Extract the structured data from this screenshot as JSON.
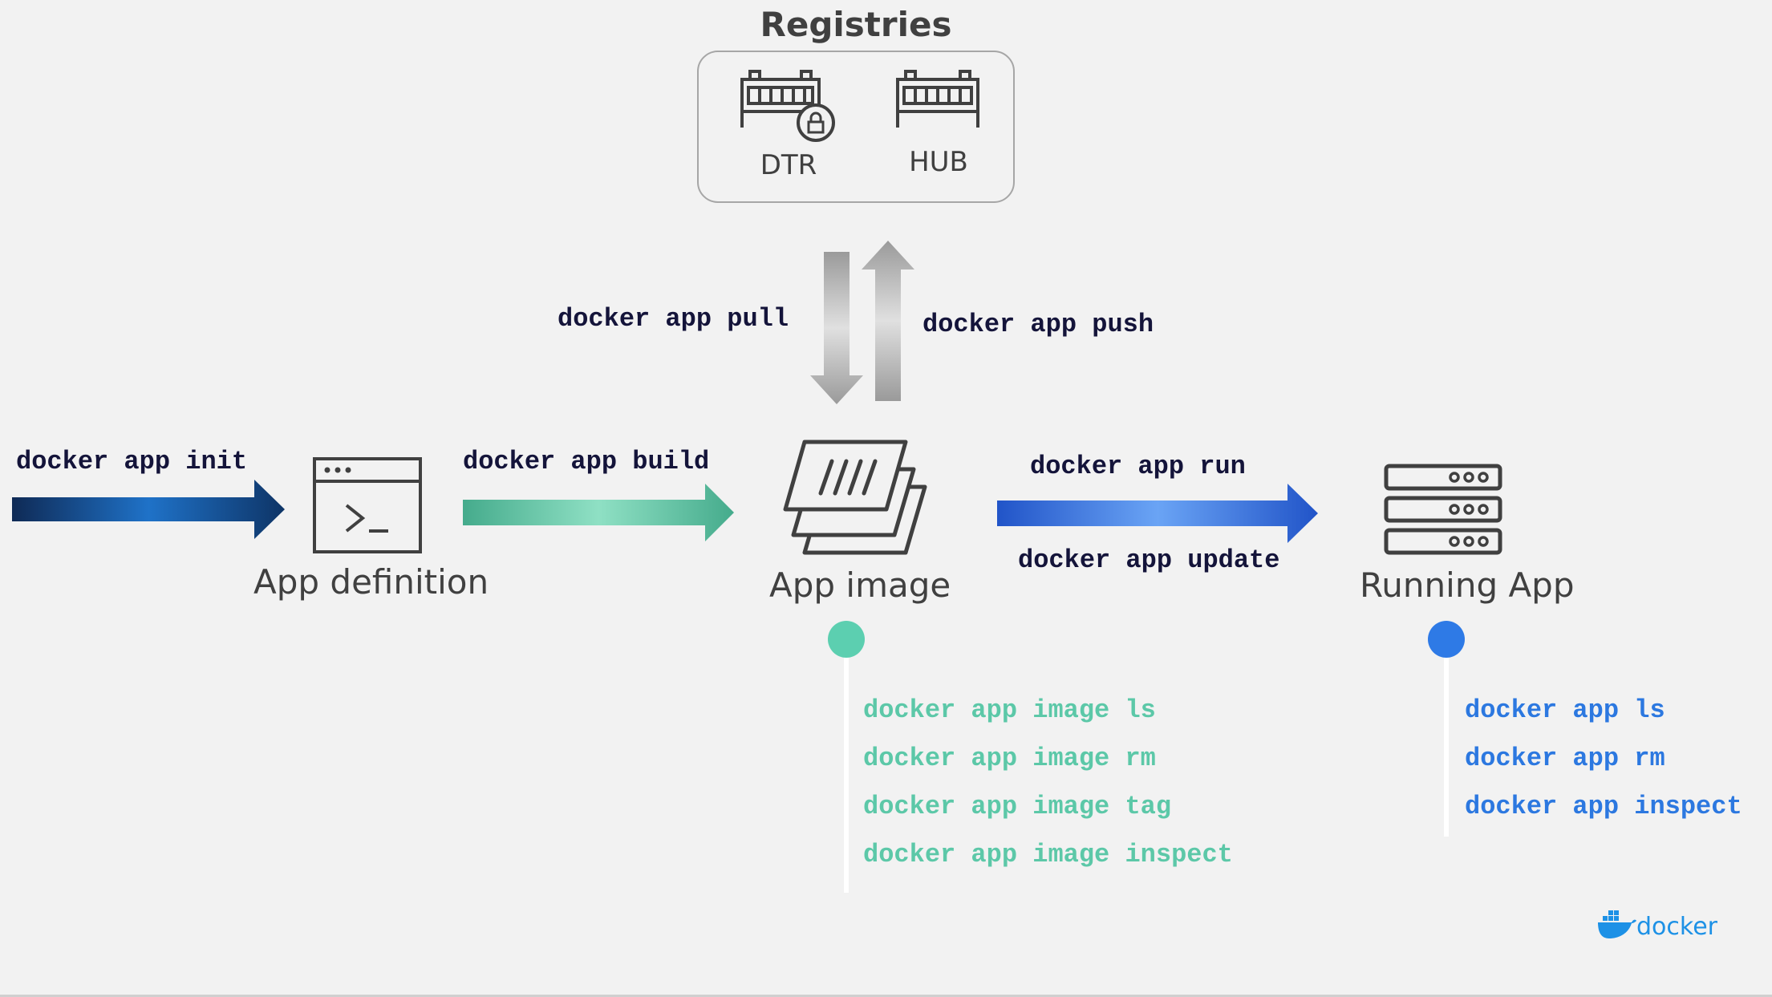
{
  "registries": {
    "title": "Registries",
    "items": [
      {
        "label": "DTR",
        "icon": "locked-registry-icon"
      },
      {
        "label": "HUB",
        "icon": "registry-icon"
      }
    ]
  },
  "commands": {
    "pull": "docker app pull",
    "push": "docker app push",
    "init": "docker app init",
    "build": "docker app build",
    "run": "docker app run",
    "update": "docker app update"
  },
  "stages": {
    "definition": {
      "label": "App definition",
      "icon": "terminal-window-icon"
    },
    "image": {
      "label": "App image",
      "icon": "stacked-layers-icon"
    },
    "running": {
      "label": "Running App",
      "icon": "server-stack-icon"
    }
  },
  "image_commands": [
    "docker app image ls",
    "docker app image rm",
    "docker app image tag",
    "docker app image inspect"
  ],
  "running_commands": [
    "docker app ls",
    "docker app rm",
    "docker app inspect"
  ],
  "brand": {
    "logo_text": "docker",
    "logo_icon": "docker-whale-icon"
  },
  "colors": {
    "init_arrow": "#1a5fa8",
    "build_arrow": "#4fb89a",
    "run_arrow": "#2a6ad8",
    "green_text": "#5cc8a8",
    "blue_text": "#2c78e0",
    "green_dot": "#5ccfb0",
    "blue_dot": "#2e7ae6",
    "dark_text": "#14143a"
  }
}
